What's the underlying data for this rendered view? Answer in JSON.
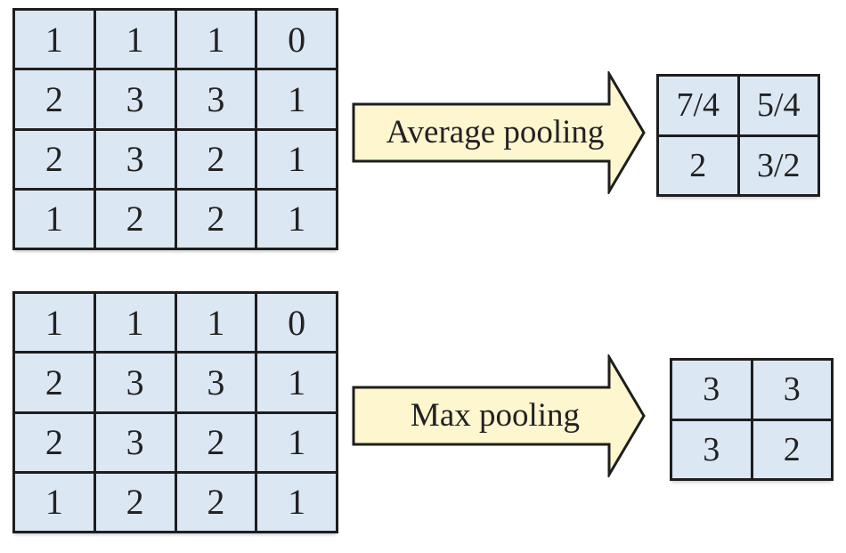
{
  "average_pooling": {
    "input_matrix": [
      [
        "1",
        "1",
        "1",
        "0"
      ],
      [
        "2",
        "3",
        "3",
        "1"
      ],
      [
        "2",
        "3",
        "2",
        "1"
      ],
      [
        "1",
        "2",
        "2",
        "1"
      ]
    ],
    "label": "Average pooling",
    "output_matrix": [
      [
        "7/4",
        "5/4"
      ],
      [
        "2",
        "3/2"
      ]
    ]
  },
  "max_pooling": {
    "input_matrix": [
      [
        "1",
        "1",
        "1",
        "0"
      ],
      [
        "2",
        "3",
        "3",
        "1"
      ],
      [
        "2",
        "3",
        "2",
        "1"
      ],
      [
        "1",
        "2",
        "2",
        "1"
      ]
    ],
    "label": "Max pooling",
    "output_matrix": [
      [
        "3",
        "3"
      ],
      [
        "3",
        "2"
      ]
    ]
  },
  "colors": {
    "cell_fill": "#dbe7f3",
    "grid_border": "#1e1e1e",
    "arrow_fill": "#fdf6cf",
    "arrow_stroke": "#1e1e1e"
  }
}
